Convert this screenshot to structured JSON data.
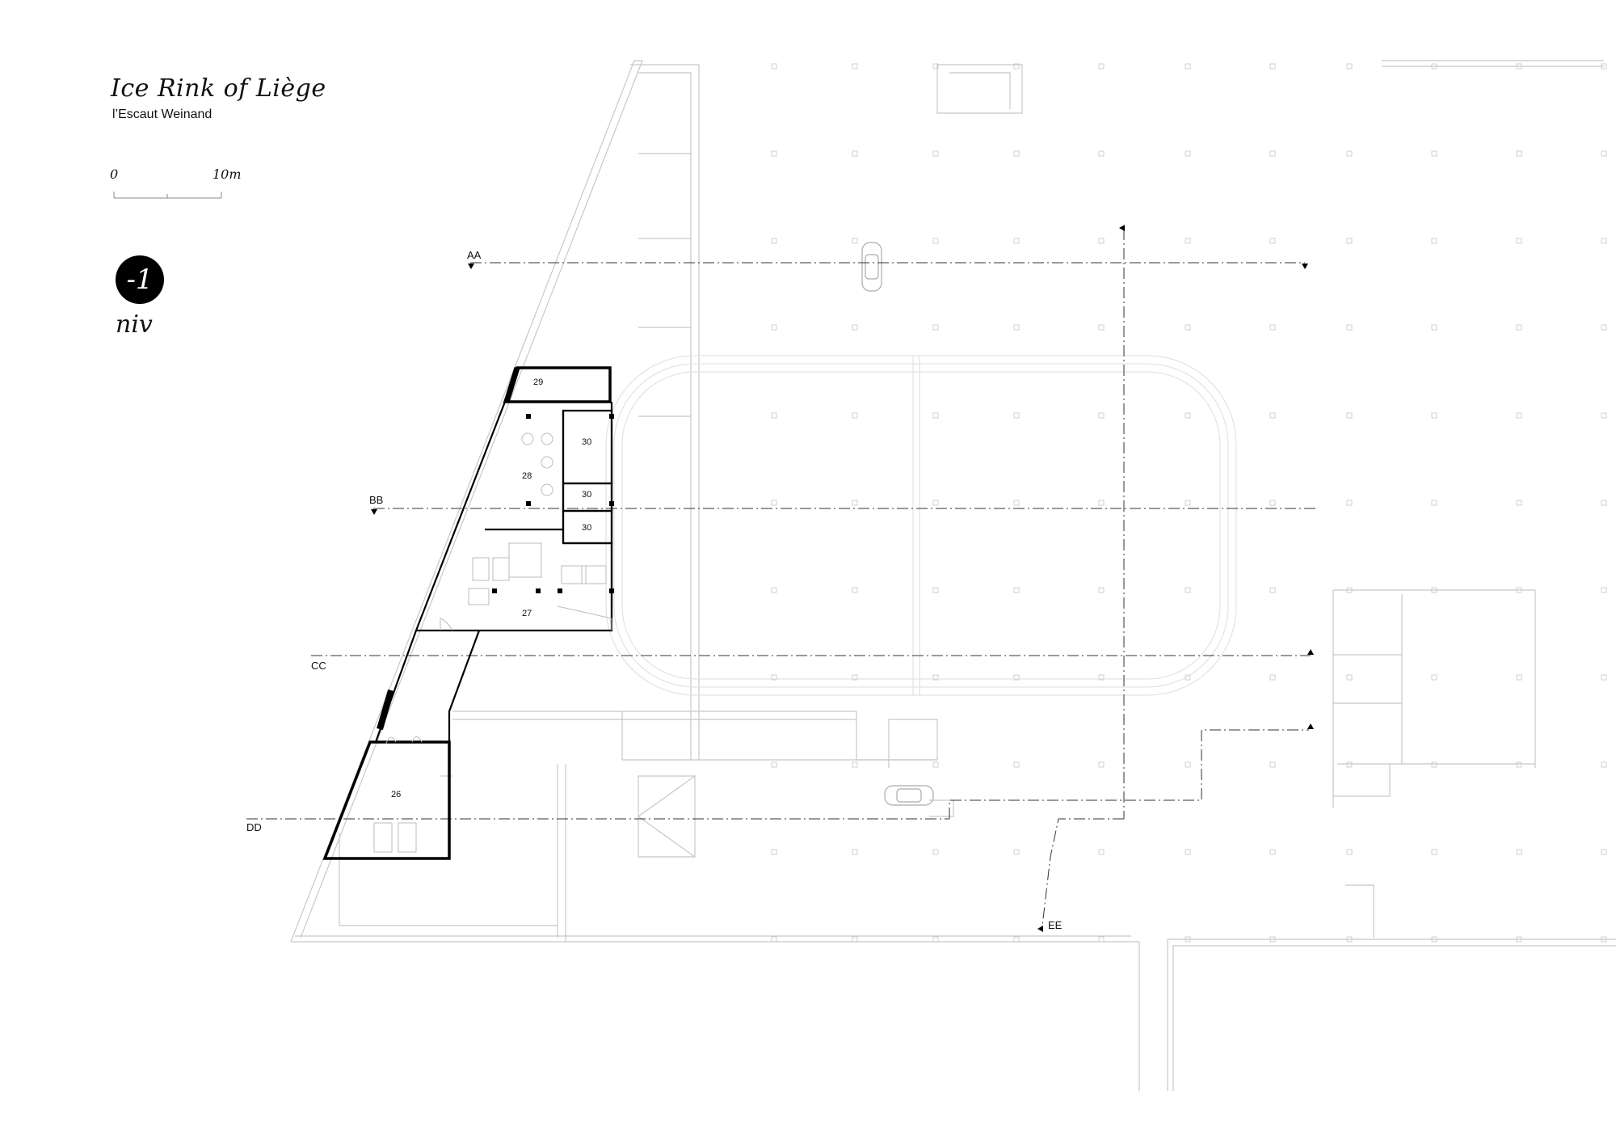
{
  "title": "Ice Rink of Liège",
  "subtitle": "l’Escaut Weinand",
  "scale_bar": {
    "start_label": "0",
    "end_label": "10m"
  },
  "level": {
    "number": "-1",
    "label": "niv"
  },
  "rooms": [
    {
      "id": "29",
      "label": "29"
    },
    {
      "id": "30a",
      "label": "30"
    },
    {
      "id": "28",
      "label": "28"
    },
    {
      "id": "30b",
      "label": "30"
    },
    {
      "id": "30c",
      "label": "30"
    },
    {
      "id": "27",
      "label": "27"
    },
    {
      "id": "26",
      "label": "26"
    }
  ],
  "section_lines": [
    {
      "id": "AA",
      "label": "AA"
    },
    {
      "id": "BB",
      "label": "BB"
    },
    {
      "id": "CC",
      "label": "CC"
    },
    {
      "id": "DD",
      "label": "DD"
    },
    {
      "id": "EE",
      "label": "EE"
    }
  ],
  "colors": {
    "ink": "#000000",
    "context": "#c4c4c4",
    "section": "#333333"
  }
}
